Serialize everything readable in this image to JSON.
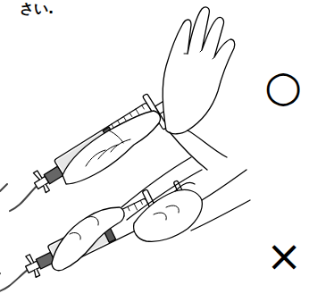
{
  "diagram": {
    "labels": [
      "さい.",
      "○",
      "×"
    ]
  }
}
